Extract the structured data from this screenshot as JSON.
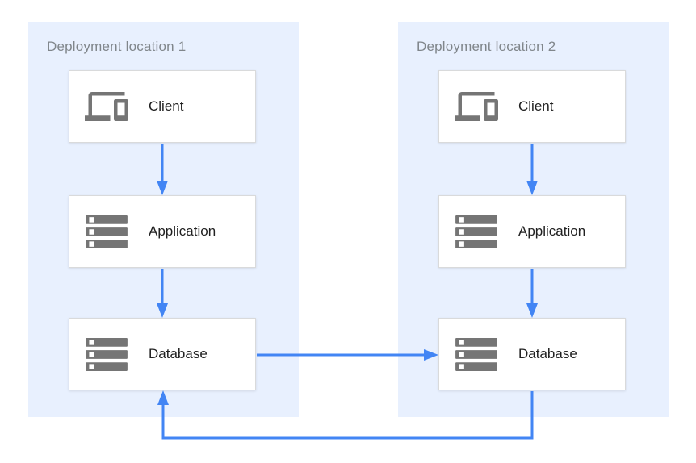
{
  "diagram": {
    "panels": [
      {
        "title": "Deployment location 1",
        "nodes": [
          {
            "label": "Client",
            "icon": "devices-icon"
          },
          {
            "label": "Application",
            "icon": "server-stack-icon"
          },
          {
            "label": "Database",
            "icon": "server-stack-icon"
          }
        ]
      },
      {
        "title": "Deployment location 2",
        "nodes": [
          {
            "label": "Client",
            "icon": "devices-icon"
          },
          {
            "label": "Application",
            "icon": "server-stack-icon"
          },
          {
            "label": "Database",
            "icon": "server-stack-icon"
          }
        ]
      }
    ],
    "edges": [
      {
        "from": "Client (location 1)",
        "to": "Application (location 1)",
        "style": "arrow-down"
      },
      {
        "from": "Application (location 1)",
        "to": "Database (location 1)",
        "style": "arrow-down"
      },
      {
        "from": "Client (location 2)",
        "to": "Application (location 2)",
        "style": "arrow-down"
      },
      {
        "from": "Application (location 2)",
        "to": "Database (location 2)",
        "style": "arrow-down"
      },
      {
        "from": "Database (location 1)",
        "to": "Database (location 2)",
        "style": "arrow-right"
      },
      {
        "from": "Database (location 2)",
        "to": "Database (location 1)",
        "style": "arrow-loop-under"
      }
    ],
    "colors": {
      "accent": "#4285f4",
      "panel_bg": "#e8f0fe",
      "icon": "#757575",
      "title_text": "#80868b",
      "label_text": "#212121",
      "node_border": "#d9dadb",
      "canvas_bg": "#ffffff"
    }
  }
}
